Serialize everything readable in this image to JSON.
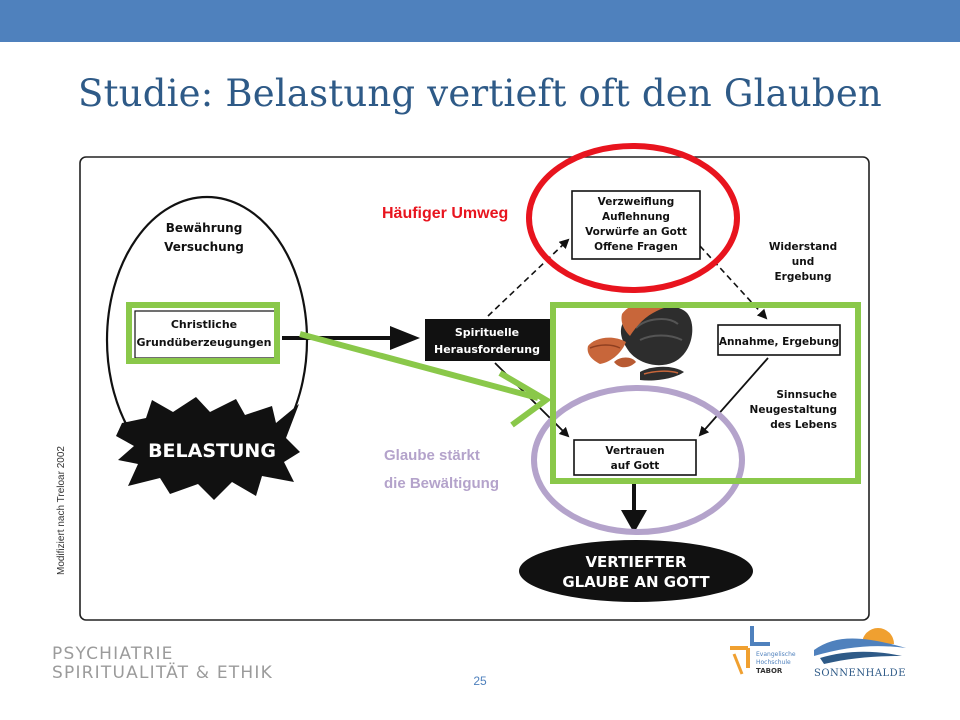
{
  "slide": {
    "title": "Studie: Belastung vertieft oft den Glauben",
    "source_note": "Modifiziert nach Treloar 2002",
    "page_number": "25",
    "colors": {
      "header_bar": "#4f81bd",
      "title": "#2e5a87",
      "red_highlight": "#e8141e",
      "green_highlight": "#8ac84a",
      "lavender_highlight": "#b4a3cb"
    }
  },
  "diagram": {
    "oval_label_line1": "Bewährung",
    "oval_label_line2": "Versuchung",
    "beliefs_box_line1": "Christliche",
    "beliefs_box_line2": "Grundüberzeugungen",
    "burst_label": "BELASTUNG",
    "challenge_box_line1": "Spirituelle",
    "challenge_box_line2": "Herausforderung",
    "despair_box_lines": [
      "Verzweiflung",
      "Auflehnung",
      "Vorwürfe an Gott",
      "Offene Fragen"
    ],
    "resistance_label_lines": [
      "Widerstand",
      "und",
      "Ergebung"
    ],
    "acceptance_box": "Annahme, Ergebung",
    "meaning_label_lines": [
      "Sinnsuche",
      "Neugestaltung",
      "des Lebens"
    ],
    "trust_box_line1": "Vertrauen",
    "trust_box_line2": "auf Gott",
    "result_line1": "VERTIEFTER",
    "result_line2": "GLAUBE AN GOTT",
    "detour_annotation": "Häufiger Umweg",
    "strength_annotation_line1": "Glaube stärkt",
    "strength_annotation_line2": "die Bewältigung"
  },
  "footer": {
    "brand_line1": "PSYCHIATRIE",
    "brand_line2": "SPIRITUALITÄT & ETHIK",
    "logo_tabor_line1": "Evangelische",
    "logo_tabor_line2": "Hochschule",
    "logo_tabor_line3": "TABOR",
    "logo_sonnenhalde": "SONNENHALDE"
  }
}
